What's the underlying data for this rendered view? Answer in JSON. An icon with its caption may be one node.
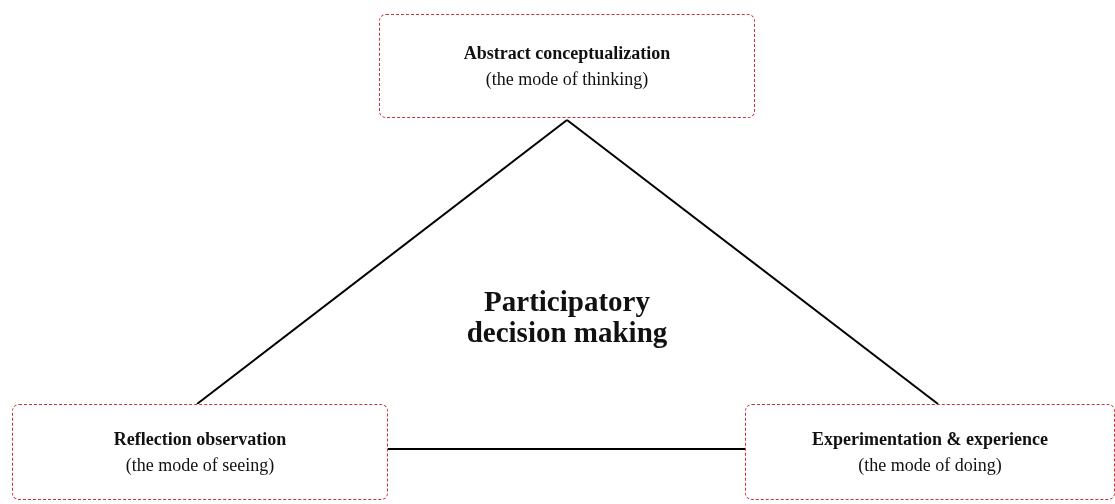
{
  "diagram": {
    "nodes": [
      {
        "text": [
          "Abstract conceptualization",
          "(the mode of thinking)"
        ]
      },
      {
        "text": [
          "Reflection observation",
          "(the mode of seeing)"
        ]
      },
      {
        "text": [
          "Experimentation & experience",
          "(the mode of doing)"
        ]
      }
    ],
    "edges": [
      {
        "from": 0,
        "to": 1,
        "arrow": "none"
      },
      {
        "from": 0,
        "to": 2,
        "arrow": "none"
      },
      {
        "from": 1,
        "to": 2,
        "arrow": "none"
      }
    ],
    "labels": [
      "Participatory decision making"
    ]
  }
}
